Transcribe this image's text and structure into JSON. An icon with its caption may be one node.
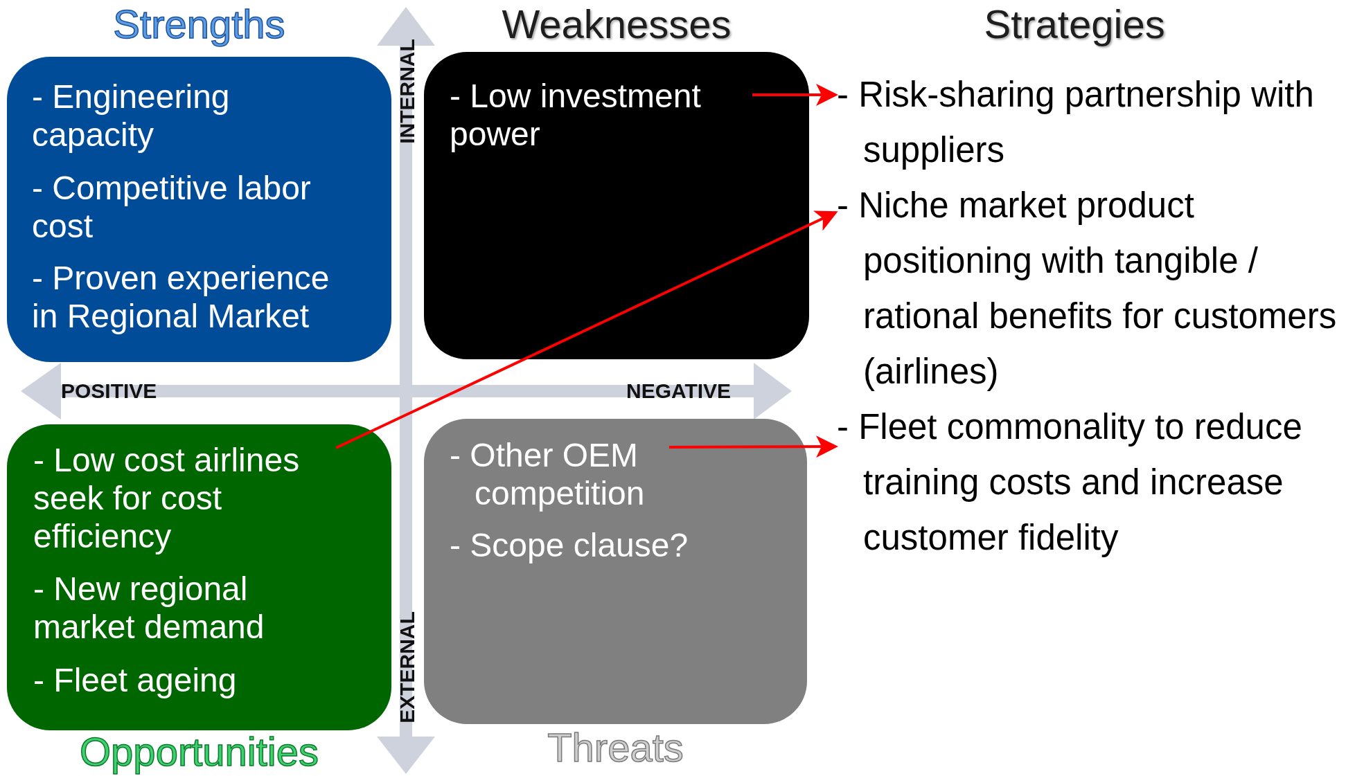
{
  "diagram": {
    "nodes": [
      {
        "text": [
          "Strengths"
        ]
      },
      {
        "text": [
          "- Engineering capacity"
        ],
        "in": 0
      },
      {
        "text": [
          "- Competitive labor cost"
        ],
        "in": 0
      },
      {
        "text": [
          "- Proven experience in Regional Market"
        ],
        "in": 0
      },
      {
        "text": [
          "Weaknesses"
        ]
      },
      {
        "text": [
          "- Low investment power"
        ],
        "in": 4
      },
      {
        "text": [
          "Opportunities"
        ]
      },
      {
        "text": [
          "- Low cost airlines seek for cost efficiency"
        ],
        "in": 6
      },
      {
        "text": [
          "- New regional market demand"
        ],
        "in": 6
      },
      {
        "text": [
          "- Fleet ageing"
        ],
        "in": 6
      },
      {
        "text": [
          "Threats"
        ]
      },
      {
        "text": [
          "- Other OEM competition"
        ],
        "in": 10
      },
      {
        "text": [
          "- Scope clause?"
        ],
        "in": 10
      },
      {
        "text": [
          "- Risk-sharing partnership with suppliers"
        ]
      },
      {
        "text": [
          "- Niche market product positioning with tangible / rational benefits for customers (airlines)"
        ]
      },
      {
        "text": [
          "- Fleet commonality to reduce training costs and increase customer fidelity"
        ]
      }
    ],
    "edges": [
      {
        "from": 5,
        "to": 13,
        "arrow": "to"
      },
      {
        "from": 7,
        "to": 14,
        "arrow": "to"
      },
      {
        "from": 11,
        "to": 15,
        "arrow": "to"
      }
    ],
    "labels": [
      "Strategies",
      "INTERNAL",
      "POSITIVE",
      "NEGATIVE",
      "EXTERNAL"
    ]
  }
}
